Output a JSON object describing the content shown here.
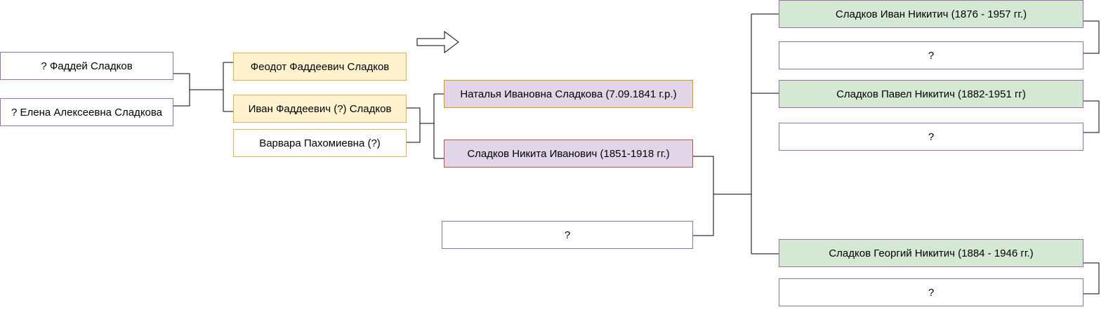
{
  "gen1": {
    "father": "? Фаддей Сладков",
    "mother": "? Елена Алексеевна Сладкова"
  },
  "gen2": {
    "son1": "Феодот Фаддеевич Сладков",
    "son2": "Иван Фаддеевич (?) Сладков",
    "son2_wife": "Варвара Пахомиевна (?)"
  },
  "gen3": {
    "daughter": "Наталья Ивановна Сладкова (7.09.1841 г.р.)",
    "son": "Сладков Никита Иванович (1851-1918 гг.)",
    "son_wife": "?"
  },
  "gen4": {
    "ivan": "Сладков Иван Никитич (1876 - 1957 гг.)",
    "ivan_wife": "?",
    "pavel": "Сладков Павел Никитич (1882-1951 гг)",
    "pavel_wife": "?",
    "georgy": "Сладков Георгий Никитич (1884 - 1946 гг.)",
    "georgy_wife": "?"
  },
  "icons": {
    "arrow": "right-arrow-icon"
  }
}
